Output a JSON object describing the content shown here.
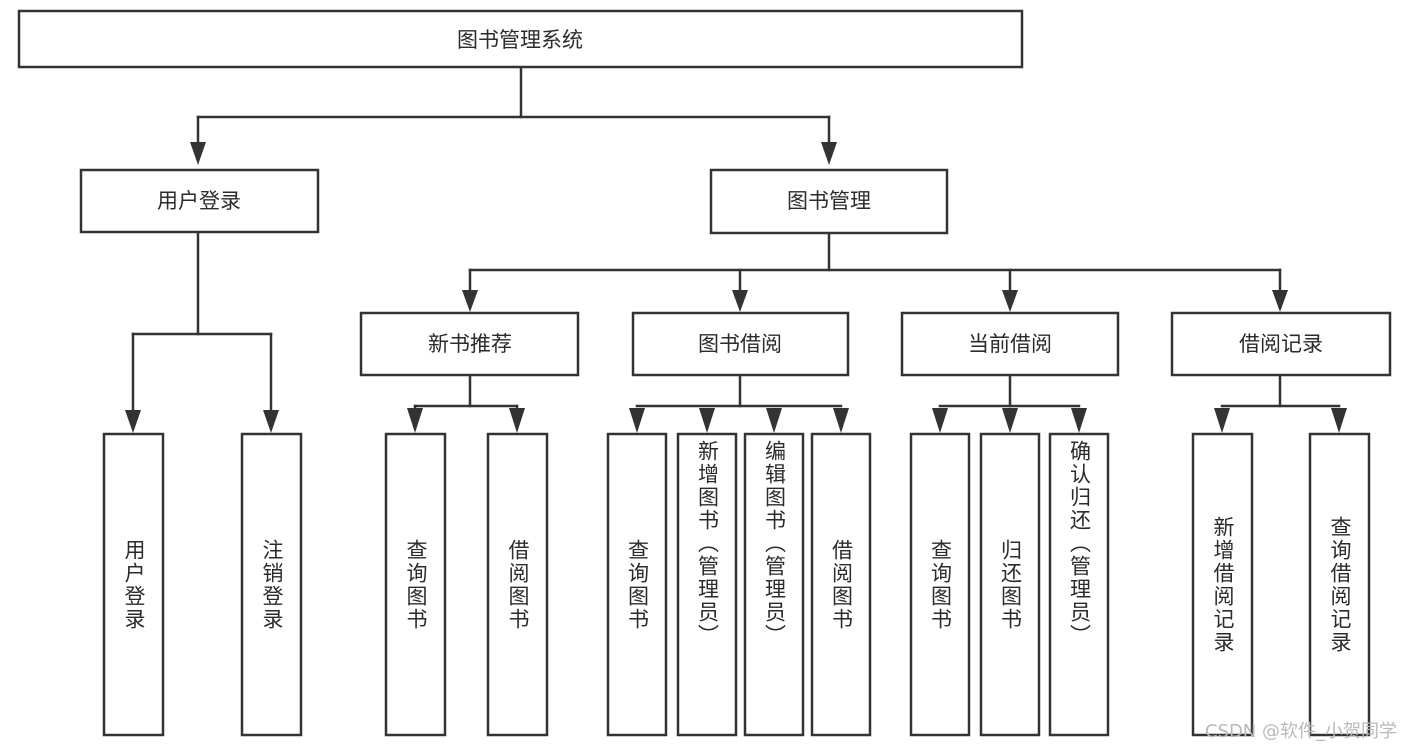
{
  "diagram": {
    "type": "tree-hierarchy",
    "title": "图书管理系统",
    "watermark": "CSDN @软件_小贺同学",
    "colors": {
      "stroke": "#333333",
      "fill": "#ffffff",
      "text": "#2b2b2b",
      "watermark": "#b9b9b9",
      "background": "#ffffff"
    },
    "root": {
      "label": "图书管理系统",
      "level": 0
    },
    "level2": [
      {
        "label": "用户登录"
      },
      {
        "label": "图书管理"
      }
    ],
    "level3": [
      {
        "label": "新书推荐"
      },
      {
        "label": "图书借阅"
      },
      {
        "label": "当前借阅"
      },
      {
        "label": "借阅记录"
      }
    ],
    "leaves": {
      "user_login": [
        {
          "label": "用户登录"
        },
        {
          "label": "注销登录"
        }
      ],
      "new_book_recommend": [
        {
          "label": "查询图书"
        },
        {
          "label": "借阅图书"
        }
      ],
      "book_borrow": [
        {
          "label": "查询图书"
        },
        {
          "label": "新增图书（管理员）"
        },
        {
          "label": "编辑图书（管理员）"
        },
        {
          "label": "借阅图书"
        }
      ],
      "current_borrow": [
        {
          "label": "查询图书"
        },
        {
          "label": "归还图书"
        },
        {
          "label": "确认归还（管理员）"
        }
      ],
      "borrow_record": [
        {
          "label": "新增借阅记录"
        },
        {
          "label": "查询借阅记录"
        }
      ]
    }
  }
}
